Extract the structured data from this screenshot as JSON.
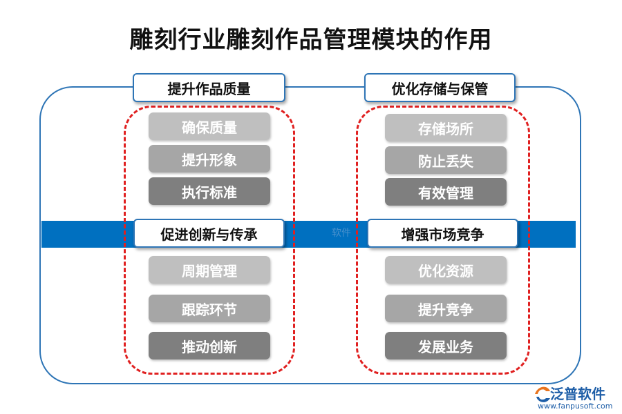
{
  "title": "雕刻行业雕刻作品管理模块的作用",
  "left": {
    "top_label": "提升作品质量",
    "top_items": [
      "确保质量",
      "提升形象",
      "执行标准"
    ],
    "mid_label": "促进创新与传承",
    "bottom_items": [
      "周期管理",
      "跟踪环节",
      "推动创新"
    ]
  },
  "right": {
    "top_label": "优化存储与保管",
    "top_items": [
      "存储场所",
      "防止丢失",
      "有效管理"
    ],
    "mid_label": "增强市场竞争",
    "bottom_items": [
      "优化资源",
      "提升竞争",
      "发展业务"
    ]
  },
  "watermark": "软件",
  "logo": {
    "name": "泛普软件",
    "url": "www.fanpusoft.com"
  },
  "colors": {
    "frame": "#2e75b6",
    "band": "#0070c0",
    "dashed": "#e02020",
    "pill_light": "#bfbfbf",
    "pill_mid": "#a6a6a6",
    "pill_dark": "#7f7f7f"
  }
}
